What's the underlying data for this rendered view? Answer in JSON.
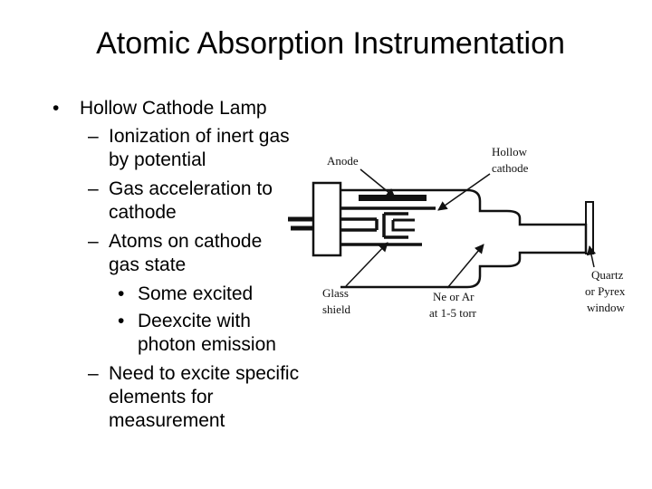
{
  "slide": {
    "title": "Atomic Absorption Instrumentation",
    "bullet_marker": "•",
    "dash_marker": "–",
    "bullets": {
      "l1": "Hollow Cathode Lamp",
      "d1a": "Ionization of inert gas",
      "d1b": "by potential",
      "d2a": "Gas acceleration to",
      "d2b": "cathode",
      "d3a": "Atoms on cathode",
      "d3b": "gas state",
      "s1": "Some excited",
      "s2a": "Deexcite with",
      "s2b": "photon emission",
      "d4a": "Need to excite specific",
      "d4b": "elements for",
      "d4c": "measurement"
    }
  },
  "diagram": {
    "anode": "Anode",
    "hollow_cathode_1": "Hollow",
    "hollow_cathode_2": "cathode",
    "glass_shield_1": "Glass",
    "glass_shield_2": "shield",
    "gas_1": "Ne or Ar",
    "gas_2": "at 1-5 torr",
    "window_1": "Quartz",
    "window_2": "or Pyrex",
    "window_3": "window"
  }
}
